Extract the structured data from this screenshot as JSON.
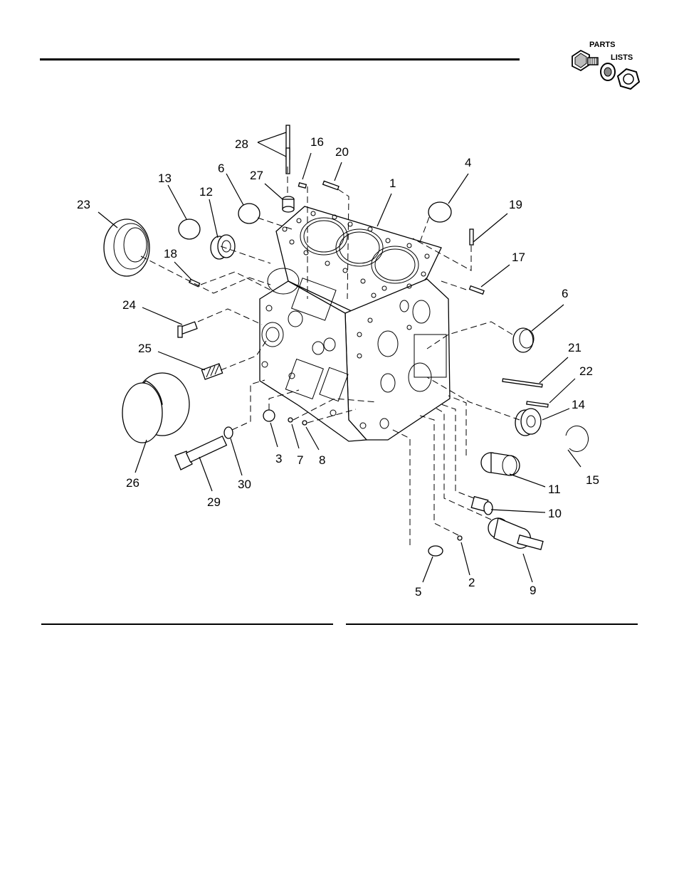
{
  "logo": {
    "line1": "PARTS",
    "line2": "LISTS"
  },
  "callouts": {
    "c1": "1",
    "c2": "2",
    "c3": "3",
    "c4": "4",
    "c5": "5",
    "c6a": "6",
    "c6b": "6",
    "c7": "7",
    "c8": "8",
    "c9": "9",
    "c10": "10",
    "c11": "11",
    "c12": "12",
    "c13": "13",
    "c14": "14",
    "c15": "15",
    "c16": "16",
    "c17": "17",
    "c18": "18",
    "c19": "19",
    "c20": "20",
    "c21": "21",
    "c22": "22",
    "c23": "23",
    "c24": "24",
    "c25": "25",
    "c26": "26",
    "c27": "27",
    "c28": "28",
    "c29": "29",
    "c30": "30"
  }
}
